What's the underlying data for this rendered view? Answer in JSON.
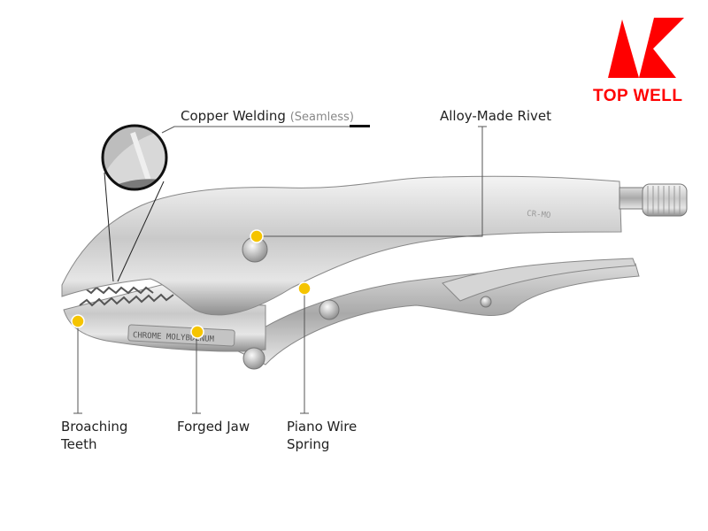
{
  "brand": {
    "name": "TOP WELL",
    "color": "#ff0000"
  },
  "callouts": [
    {
      "label": "Copper Welding",
      "note": "(Seamless)"
    },
    {
      "label": "Alloy-Made Rivet"
    },
    {
      "label_line1": "Broaching",
      "label_line2": "Teeth"
    },
    {
      "label": "Forged Jaw"
    },
    {
      "label_line1": "Piano Wire",
      "label_line2": "Spring"
    }
  ],
  "markings": {
    "jaw_stamp": "CHROME MOLYBDENUM",
    "handle_stamp": "CR-MO"
  },
  "marker_color": "#f5c400"
}
